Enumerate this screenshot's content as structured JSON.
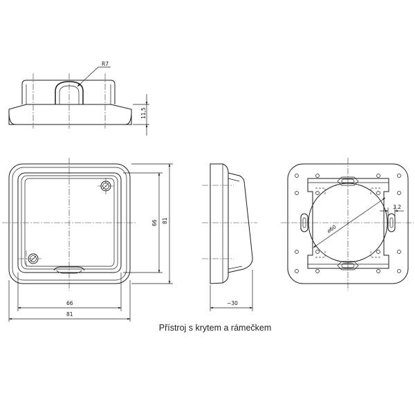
{
  "caption": "Přístroj s krytem a rámečkem",
  "dimensions": {
    "top_radius": "R7",
    "top_height": "11,5",
    "front_inner_width": "66",
    "front_outer_width": "81",
    "front_inner_height": "66",
    "front_outer_height": "81",
    "side_depth": "~30",
    "back_diameter": "⌀60",
    "back_slot_width": "3,2"
  }
}
